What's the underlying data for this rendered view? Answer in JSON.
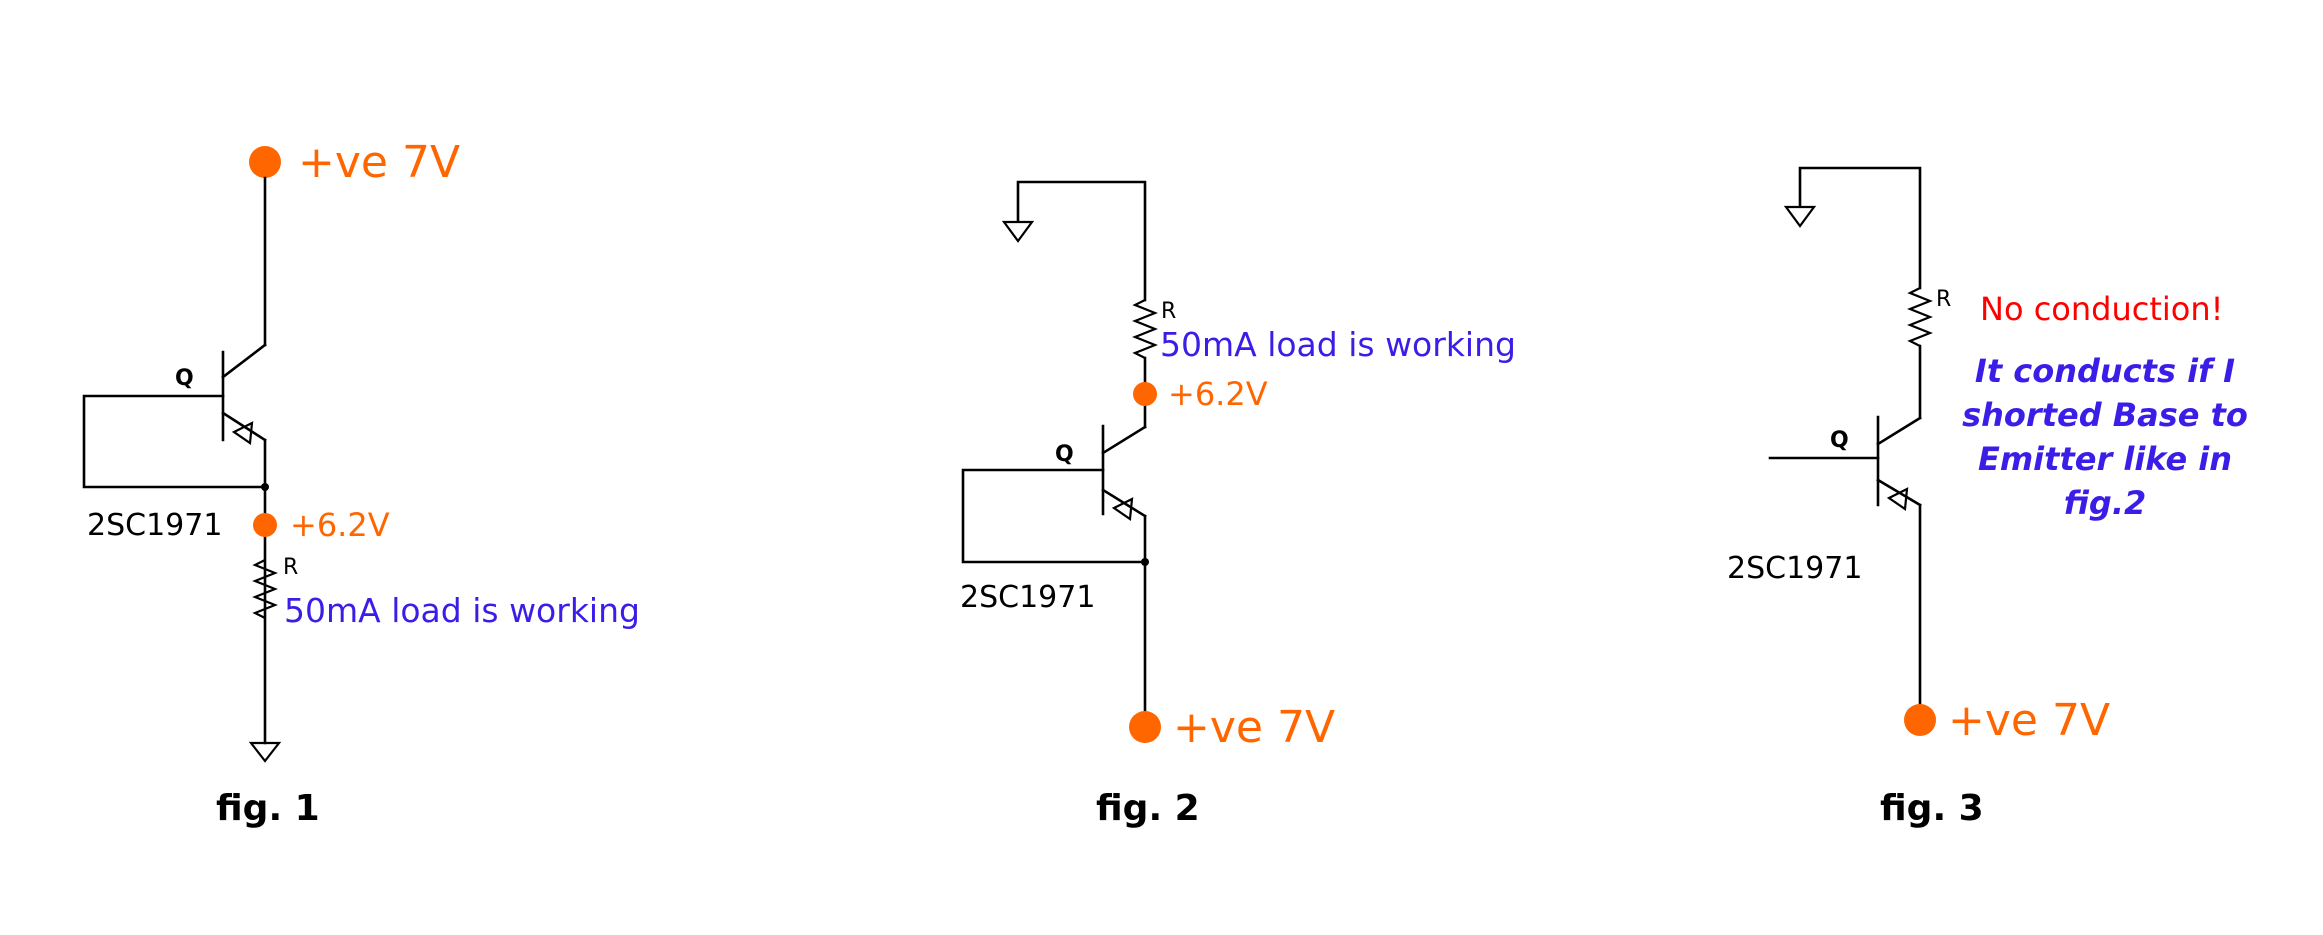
{
  "colors": {
    "supply": "#ff6600",
    "load_text": "#3a1ee8",
    "warning": "#ff0000",
    "wire": "#000000"
  },
  "fig1": {
    "supply_label": "+ve 7V",
    "node_voltage": "+6.2V",
    "transistor_label": "Q",
    "part_number": "2SC1971",
    "resistor_label": "R",
    "load_note": "50mA load is working",
    "caption": "fig. 1"
  },
  "fig2": {
    "supply_label": "+ve 7V",
    "node_voltage": "+6.2V",
    "transistor_label": "Q",
    "part_number": "2SC1971",
    "resistor_label": "R",
    "load_note": "50mA load is working",
    "caption": "fig. 2"
  },
  "fig3": {
    "supply_label": "+ve 7V",
    "transistor_label": "Q",
    "part_number": "2SC1971",
    "resistor_label": "R",
    "warning": "No conduction!",
    "note_lines": [
      "It conducts if I",
      "shorted Base to",
      "Emitter like in",
      "fig.2"
    ],
    "caption": "fig. 3"
  }
}
